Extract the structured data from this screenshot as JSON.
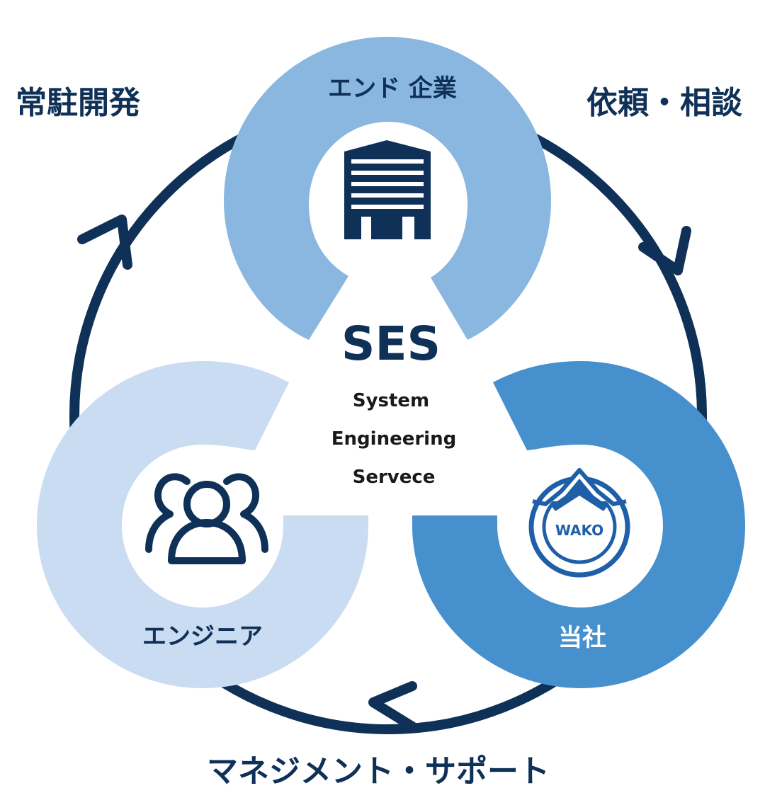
{
  "labels": {
    "top_left": "常駐開発",
    "top_right": "依頼・相談",
    "bottom": "マネジメント・サポート"
  },
  "nodes": {
    "end_company": "エンド 企業",
    "engineer": "エンジニア",
    "our_company": "当社"
  },
  "center": {
    "title": "SES",
    "line1": "System",
    "line2": "Engineering",
    "line3": "Servece"
  },
  "logo": {
    "text": "WAKO"
  },
  "colors": {
    "navy": "#0f3057",
    "top_node": "#8ab7df",
    "left_node": "#cadcf2",
    "right_node": "#4790ce",
    "white": "#ffffff"
  }
}
